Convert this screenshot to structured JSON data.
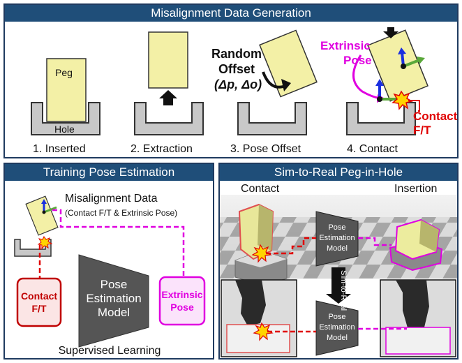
{
  "top": {
    "title": "Misalignment Data Generation",
    "peg": "Peg",
    "hole": "Hole",
    "steps": [
      "1. Inserted",
      "2. Extraction",
      "3. Pose Offset",
      "4. Contact"
    ],
    "random_offset": [
      "Random",
      "Offset",
      "(Δp, Δo)"
    ],
    "extrinsic": [
      "Extrinsic",
      "Pose"
    ],
    "contact": [
      "Contact",
      "F/T"
    ]
  },
  "left": {
    "title": "Training Pose Estimation",
    "data_title": "Misalignment Data",
    "data_sub": "(Contact F/T & Extrinsic Pose)",
    "contact_box": [
      "Contact",
      "F/T"
    ],
    "model": [
      "Pose",
      "Estimation",
      "Model"
    ],
    "extrinsic_box": [
      "Extrinsic",
      "Pose"
    ],
    "footer": "Supervised Learning"
  },
  "right": {
    "title": "Sim-to-Real Peg-in-Hole",
    "contact": "Contact",
    "insertion": "Insertion",
    "model": [
      "Pose",
      "Estimation",
      "Model"
    ],
    "sim_to_real": "Sim-to-Real"
  },
  "colors": {
    "header": "#1f4e79",
    "peg": "#f3f0a6",
    "hole": "#c8c8c8",
    "magenta": "#e000e0",
    "red": "#c00000",
    "green": "#5aa83a",
    "blue": "#1a2fe0"
  }
}
